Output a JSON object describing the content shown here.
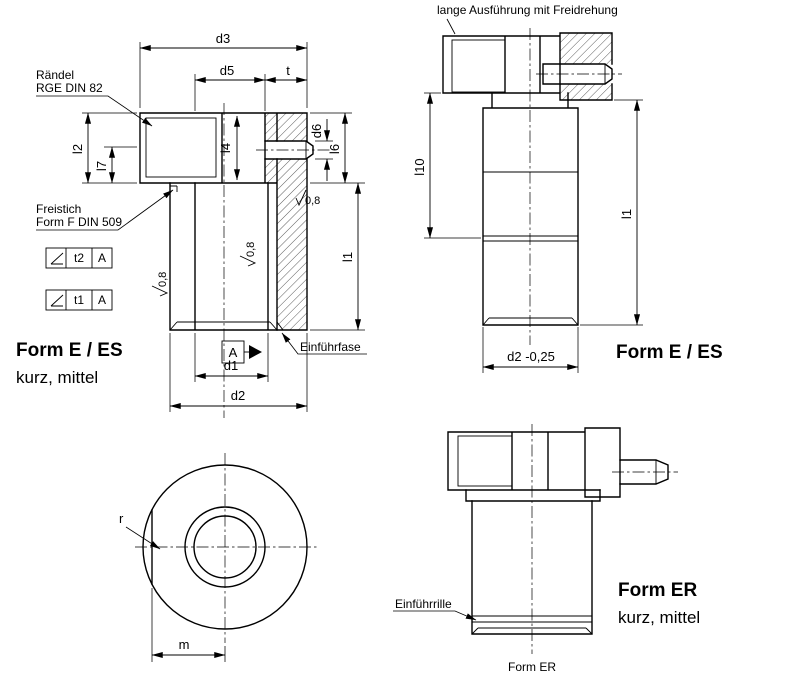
{
  "colors": {
    "line": "#000000",
    "background": "#ffffff"
  },
  "drawing": {
    "left_section": {
      "form_label": "Form E / ES",
      "size_label": "kurz, mittel",
      "callout_raendel_1": "Rändel",
      "callout_raendel_2": "RGE  DIN 82",
      "callout_freistich_1": "Freistich",
      "callout_freistich_2": "Form F DIN 509",
      "callout_einfuehrfase": "Einführfase",
      "datum_label": "A",
      "tol_t2": "t2",
      "tol_t1": "t1",
      "tol_datum": "A",
      "roughness": "0,8",
      "dim_d3": "d3",
      "dim_d5": "d5",
      "dim_t": "t",
      "dim_d6": "d6",
      "dim_l6": "l6",
      "dim_l4": "l4",
      "dim_l2": "l2",
      "dim_l7": "l7",
      "dim_l1": "l1",
      "dim_d1": "d1",
      "dim_d2": "d2"
    },
    "right_section": {
      "title": "lange Ausführung mit Freidrehung",
      "form_label": "Form E / ES",
      "dim_l10": "l10",
      "dim_l1": "l1",
      "dim_d2": "d2 -0,25"
    },
    "top_view": {
      "dim_r": "r",
      "dim_m": "m"
    },
    "form_er": {
      "form_label": "Form ER",
      "size_label": "kurz, mittel",
      "caption": "Form ER",
      "callout_einfuehrrille": "Einführrille"
    }
  }
}
